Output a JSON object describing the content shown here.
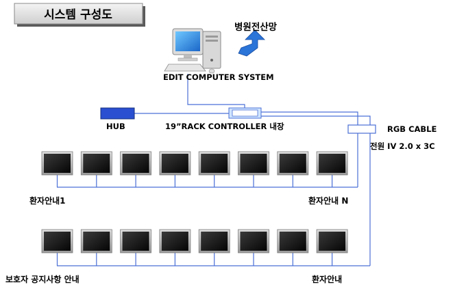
{
  "title": "시스템 구성도",
  "labels": {
    "hospital_network": "병원전산망",
    "edit_computer": "EDIT COMPUTER SYSTEM",
    "hub": "HUB",
    "controller": "19”RACK  CONTROLLER 내장",
    "rgb_cable": "RGB CABLE",
    "power_cable": "전원 IV 2.0  x 3C",
    "patient_first": "환자안내1",
    "patient_last": "환자안내 N",
    "guardian_notice": "보호자  공지사항 안내",
    "patient_info": "환자안내"
  },
  "rows": [
    {
      "name": "patient-guidance-row",
      "monitor_count": 8
    },
    {
      "name": "guardian-notice-row",
      "monitor_count": 8
    }
  ],
  "colors": {
    "line": "#4a6fd6",
    "hub_fill": "#2a4fd0",
    "controller_fill": "#cfe4ff",
    "monitor_bezel": "#b9b9b9",
    "monitor_screen": "#101010",
    "arrow_fill": "#2b74d8"
  }
}
